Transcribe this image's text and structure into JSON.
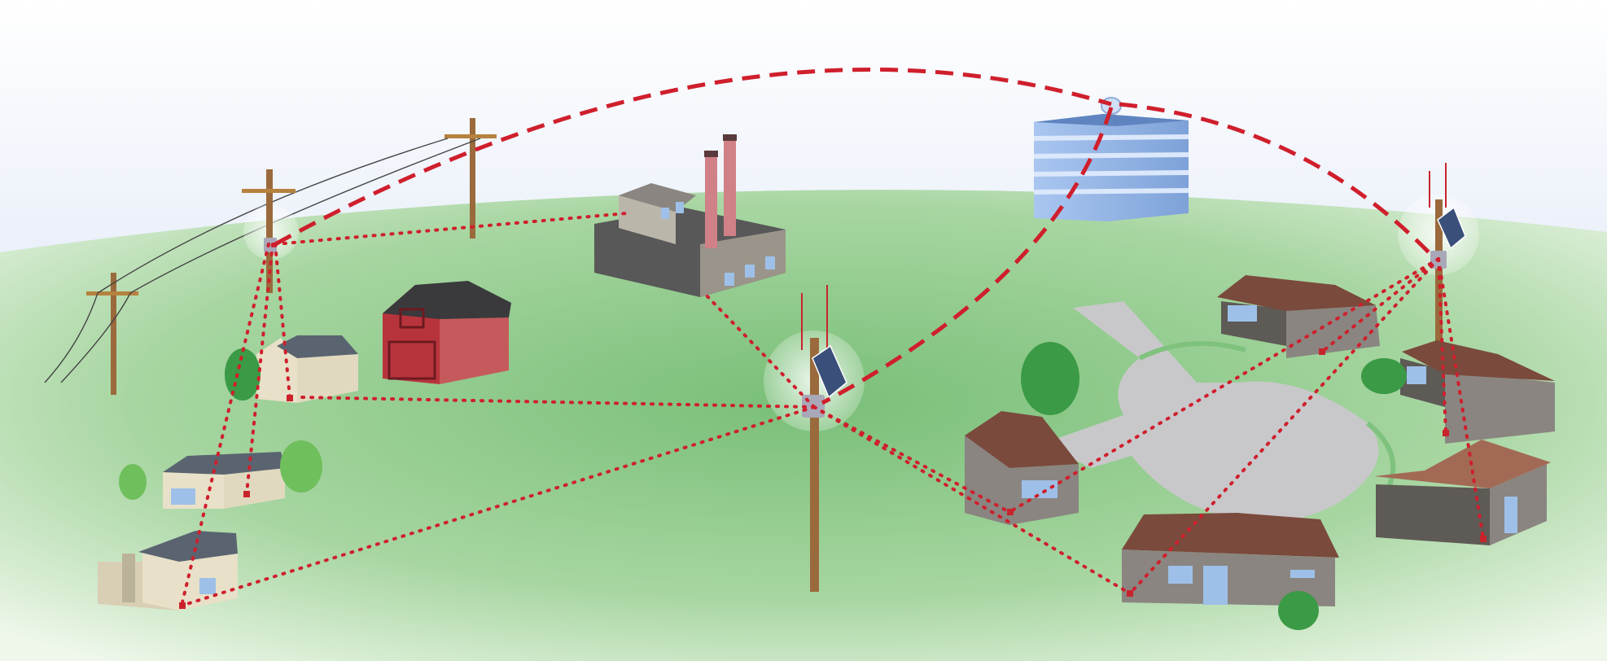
{
  "diagram": {
    "type": "smart-grid mesh network illustration",
    "colors": {
      "sky_top": "#ffffff",
      "sky_bottom": "#c9d7f0",
      "grass_light": "#e3f1dc",
      "grass": "#8cc98a",
      "grass_dark": "#6fb873",
      "road": "#c8c8ca",
      "link": "#cf1f2c",
      "pole": "#9a6a3c",
      "roof_brown": "#7a4a3c",
      "wall_tan": "#e8e0c8",
      "wall_gray": "#8a8580",
      "window": "#9ec0e8",
      "barn_red": "#b8343c",
      "tower_blue": "#8fb3e6",
      "tree": "#3b9a45",
      "meter": "#c8242c"
    },
    "nodes": [
      {
        "id": "left-utility-pole",
        "icon": "utility-pole-icon"
      },
      {
        "id": "center-collector-pole",
        "icon": "collector-pole-icon"
      },
      {
        "id": "right-collector-pole",
        "icon": "collector-pole-icon"
      },
      {
        "id": "office-tower",
        "icon": "office-building-icon"
      },
      {
        "id": "factory",
        "icon": "factory-icon"
      },
      {
        "id": "barn",
        "icon": "barn-icon"
      },
      {
        "id": "houses",
        "icon": "house-icon",
        "count": 9
      }
    ],
    "links": {
      "backhaul_style": "dashed",
      "mesh_style": "dotted"
    }
  }
}
